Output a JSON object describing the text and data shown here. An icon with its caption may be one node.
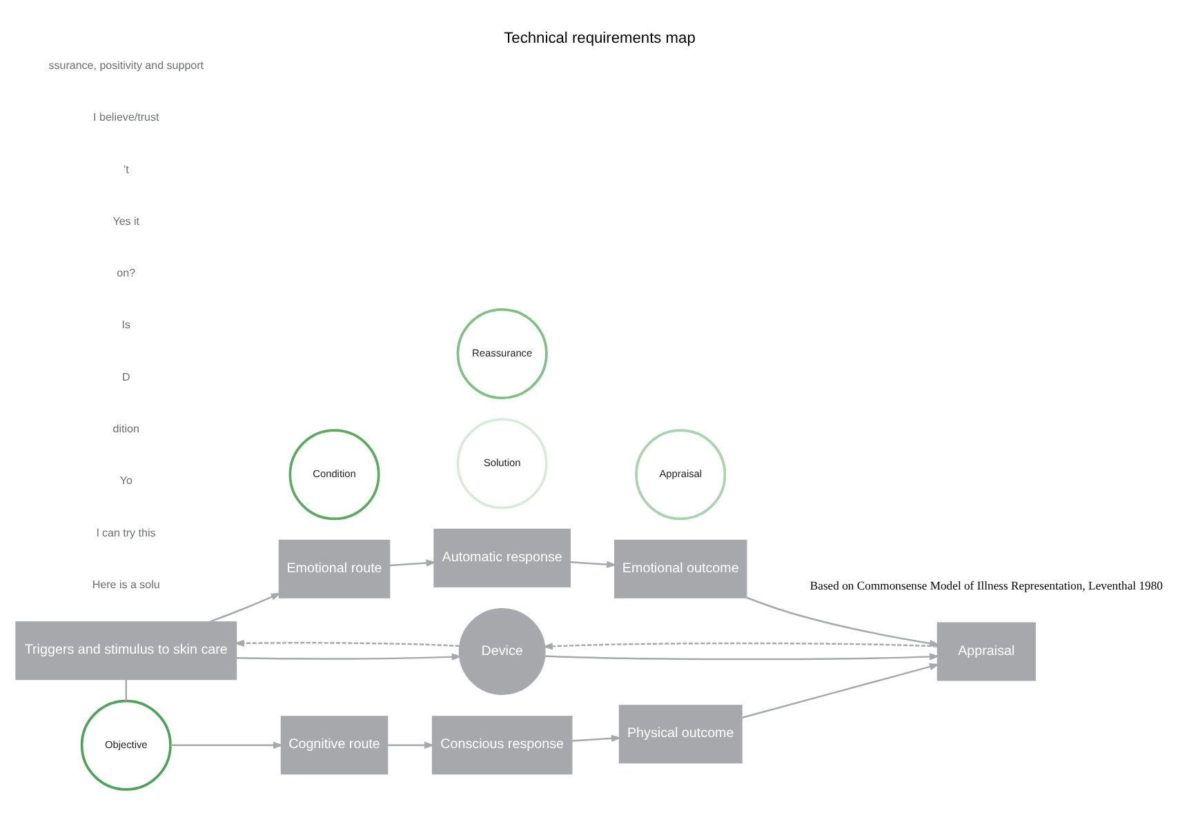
{
  "diagram": {
    "title": "Technical requirements map",
    "caption": "Based on Commonsense Model of Illness Representation, Leventhal 1980",
    "nodes": [
      {
        "text": [
          "Objective"
        ]
      },
      {
        "text": [
          "Cognitive route"
        ]
      },
      {
        "text": [
          "Conscious response"
        ]
      },
      {
        "text": [
          "Physical outcome"
        ]
      },
      {
        "text": [
          "Triggers and stimulus to skin care"
        ]
      },
      {
        "text": [
          "Condition"
        ]
      },
      {
        "text": [
          "Solution"
        ]
      },
      {
        "text": [
          "Device"
        ]
      },
      {
        "text": [
          "Reassurance"
        ]
      },
      {
        "text": [
          "Appraisal"
        ]
      },
      {
        "text": [
          "Appraisal"
        ]
      },
      {
        "text": [
          "Emotional route"
        ]
      },
      {
        "text": [
          "Automatic response"
        ]
      },
      {
        "text": [
          "Emotional outcome"
        ]
      }
    ],
    "edges": [
      {
        "from": 4,
        "to": 0,
        "arrow": "none"
      },
      {
        "from": 0,
        "to": 1,
        "arrow": "to"
      },
      {
        "from": 1,
        "to": 2,
        "arrow": "to"
      },
      {
        "from": 2,
        "to": 3,
        "arrow": "to"
      },
      {
        "from": 3,
        "to": 10,
        "arrow": "to"
      },
      {
        "from": 7,
        "to": 4,
        "arrow": "to",
        "style": "dashed"
      },
      {
        "from": 4,
        "to": 7,
        "arrow": "to"
      },
      {
        "from": 7,
        "to": 10,
        "arrow": "to"
      },
      {
        "from": 10,
        "to": 7,
        "arrow": "to",
        "style": "dashed"
      },
      {
        "from": 4,
        "to": 11,
        "arrow": "to"
      },
      {
        "from": 11,
        "to": 12,
        "arrow": "to"
      },
      {
        "from": 12,
        "to": 13,
        "arrow": "to"
      },
      {
        "from": 13,
        "to": 10,
        "arrow": "to"
      }
    ],
    "labels": [
      "Here is a solu",
      "l can try this",
      "Yo",
      "dition",
      "D",
      "Is",
      "on?",
      "Yes it",
      "’t",
      "I believe/trust",
      "ssurance, positivity and support"
    ]
  }
}
